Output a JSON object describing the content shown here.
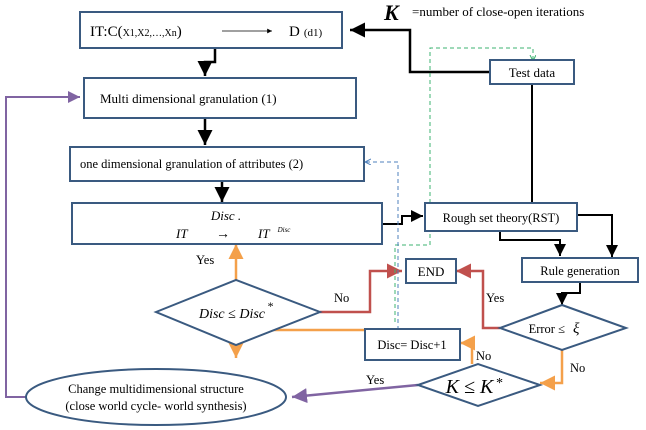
{
  "legend": {
    "symbol": "K",
    "text": "=number of close-open iterations"
  },
  "nodes": {
    "it_box": {
      "prefix": "IT:C(",
      "vars": "X1,X2,…,Xn",
      "close": ")",
      "target": "D",
      "target_sub": "(d1)"
    },
    "test_data": "Test data",
    "multi_gran": "Multi dimensional granulation  (1)",
    "one_gran": "one dimensional granulation  of attributes (2)",
    "disc_box": {
      "top": "Disc .",
      "left": "IT",
      "arrow": "→",
      "right": "IT",
      "sup": "Disc"
    },
    "rst": "Rough set theory(RST)",
    "rule_gen": "Rule generation",
    "end": "END",
    "disc_decision": {
      "text": "Disc ≤ Disc",
      "star": "*"
    },
    "disc_inc": "Disc=  Disc+1",
    "error_decision": {
      "text": "Error ≤",
      "symbol": "ξ"
    },
    "k_decision": {
      "text": "K  ≤ K",
      "star": "*"
    },
    "change_structure": {
      "line1": "Change multidimensional structure",
      "line2": "(close world cycle- world synthesis)"
    }
  },
  "edge_labels": {
    "yes_disc": "Yes",
    "no_disc": "No",
    "yes_error": "Yes",
    "no_error": "No",
    "no_k": "No",
    "yes_k": "Yes"
  },
  "colors": {
    "box_border": "#3a5a80",
    "flow_black": "#000000",
    "flow_orange": "#f4a04a",
    "flow_red": "#c0504d",
    "flow_purple": "#8064a2",
    "flow_green_dashed": "#3cb371",
    "flow_blue_dashed": "#4f81bd"
  }
}
